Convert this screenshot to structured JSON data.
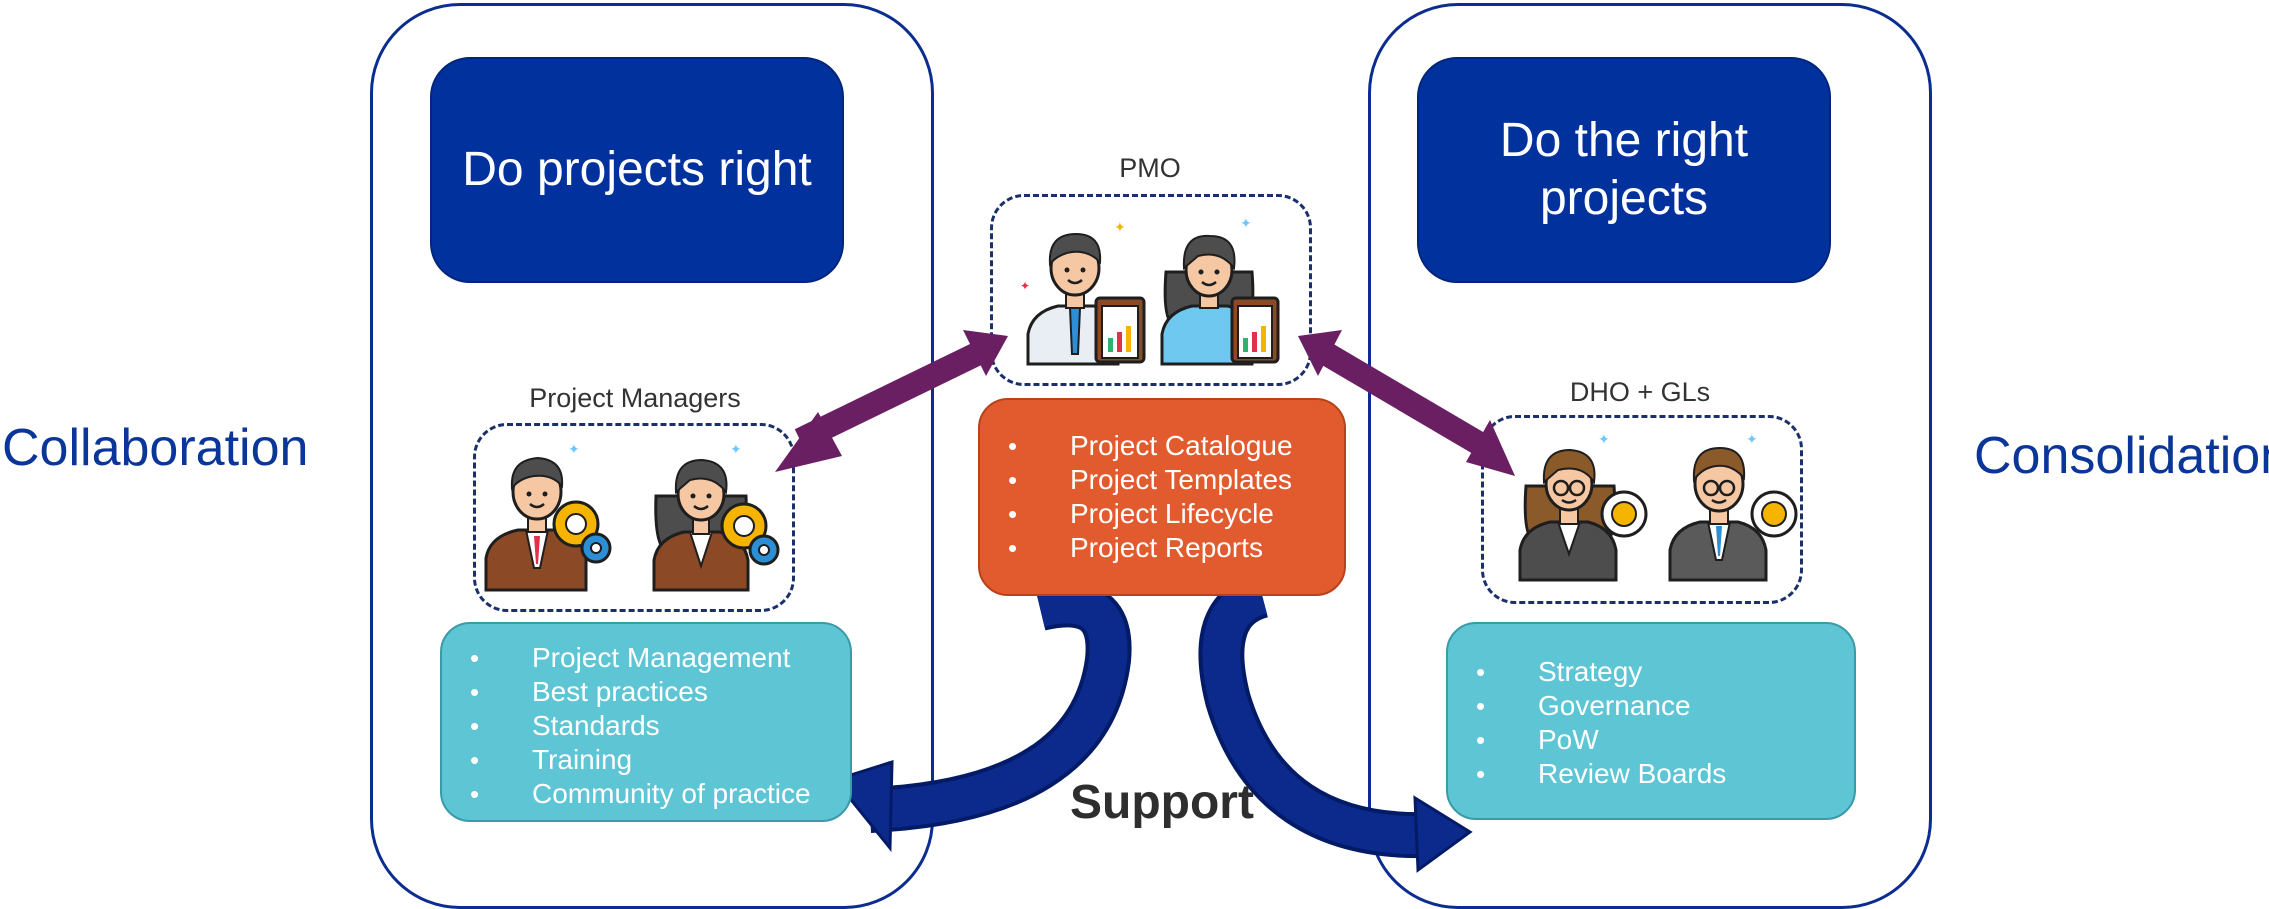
{
  "side_labels": {
    "left": "Collaboration",
    "right": "Consolidation"
  },
  "left_panel": {
    "title": "Do projects right",
    "group_label": "Project Managers",
    "items": [
      "Project Management",
      "Best practices",
      "Standards",
      "Training",
      "Community of practice"
    ]
  },
  "center": {
    "group_label": "PMO",
    "items": [
      "Project Catalogue",
      "Project Templates",
      "Project Lifecycle",
      "Project Reports"
    ],
    "support_label": "Support"
  },
  "right_panel": {
    "title": "Do the right projects",
    "group_label": "DHO + GLs",
    "items": [
      "Strategy",
      "Governance",
      "PoW",
      "Review Boards"
    ]
  },
  "colors": {
    "panel_border": "#0a2d8f",
    "title_fill": "#00319c",
    "teal_box": "#5ec5d4",
    "orange_box": "#e25b2f",
    "double_arrow": "#6b1f63",
    "support_arrow": "#0a2d8f"
  },
  "icons": [
    "pm-man-gears-icon",
    "pm-woman-gears-icon",
    "pmo-man-clipboard-icon",
    "pmo-woman-clipboard-icon",
    "dho-woman-bulb-icon",
    "dho-man-bulb-icon"
  ]
}
